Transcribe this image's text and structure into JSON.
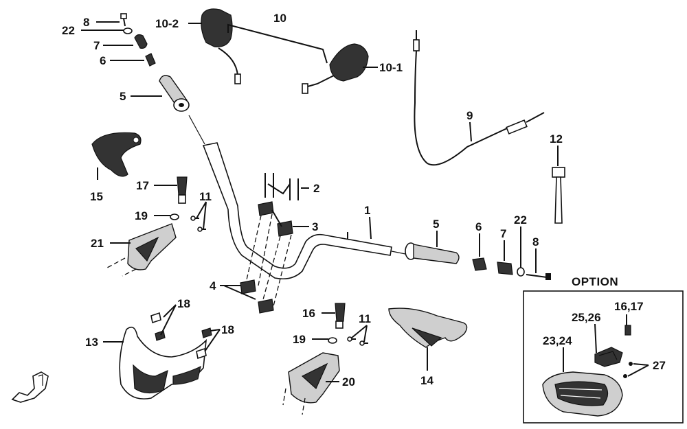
{
  "diagram": {
    "option_box": {
      "title": "OPTION"
    },
    "labels": {
      "p8_top": "8",
      "p22_top": "22",
      "p7_top": "7",
      "p6_top": "6",
      "p5_top": "5",
      "p10": "10",
      "p10_2": "10-2",
      "p10_1": "10-1",
      "p9": "9",
      "p12": "12",
      "p15": "15",
      "p17": "17",
      "p19_left": "19",
      "p11_left": "11",
      "p21": "21",
      "p2": "2",
      "p3": "3",
      "p1": "1",
      "p5_right": "5",
      "p6_right": "6",
      "p7_right": "7",
      "p22_right": "22",
      "p8_right": "8",
      "p4": "4",
      "p18_a": "18",
      "p18_b": "18",
      "p13": "13",
      "p16": "16",
      "p11_right": "11",
      "p19_right": "19",
      "p20": "20",
      "p14": "14",
      "p16_17": "16,17",
      "p25_26": "25,26",
      "p23_24": "23,24",
      "p27": "27"
    }
  }
}
